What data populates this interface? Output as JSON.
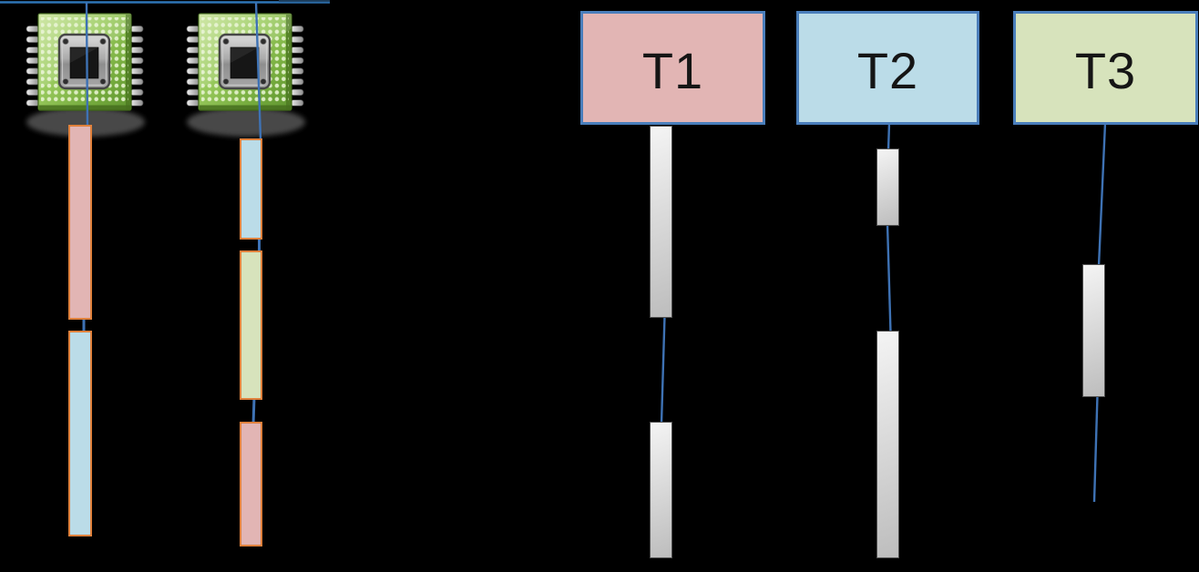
{
  "threads": [
    {
      "id": "t1",
      "label": "T1",
      "bursts": 2
    },
    {
      "id": "t2",
      "label": "T2",
      "bursts": 2
    },
    {
      "id": "t3",
      "label": "T3",
      "bursts": 1
    }
  ],
  "cpus": [
    {
      "id": "cpu1",
      "slots": [
        "T1",
        "T2"
      ]
    },
    {
      "id": "cpu2",
      "slots": [
        "T2",
        "T3",
        "T1"
      ]
    }
  ],
  "colors": {
    "background": "#000000",
    "top_line": "#2E74B5",
    "connector": "#3E72B4",
    "connector_dark": "#1F4467",
    "box_border": "#4A7EBB",
    "bar_border": "#E0813C",
    "t1_fill": "#E2B5B4",
    "t2_fill": "#BBDCE8",
    "t3_fill": "#D7E3BC",
    "exec_light": "#F4F4F4",
    "exec_dark": "#BDBDBD",
    "exec_border": "#4F4F4F",
    "label_color": "#151515"
  }
}
